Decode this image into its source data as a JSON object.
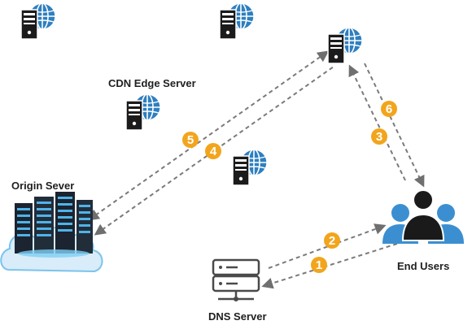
{
  "labels": {
    "cdn_edge_server": "CDN Edge Server",
    "origin_server": "Origin Sever",
    "end_users": "End Users",
    "dns_server": "DNS Server"
  },
  "steps": [
    "1",
    "2",
    "3",
    "4",
    "5",
    "6"
  ],
  "colors": {
    "globe": "#2e7fc0",
    "server": "#1b1b1b",
    "step_badge": "#f2a51c",
    "users": "#3b8fd1",
    "user_main": "#1a1a1a",
    "cloud": "#d8ecf9",
    "dashed_line": "#7a7a7a"
  },
  "icons": [
    "server-globe-icon",
    "origin-server-cloud-icon",
    "dns-server-icon",
    "end-users-icon"
  ]
}
